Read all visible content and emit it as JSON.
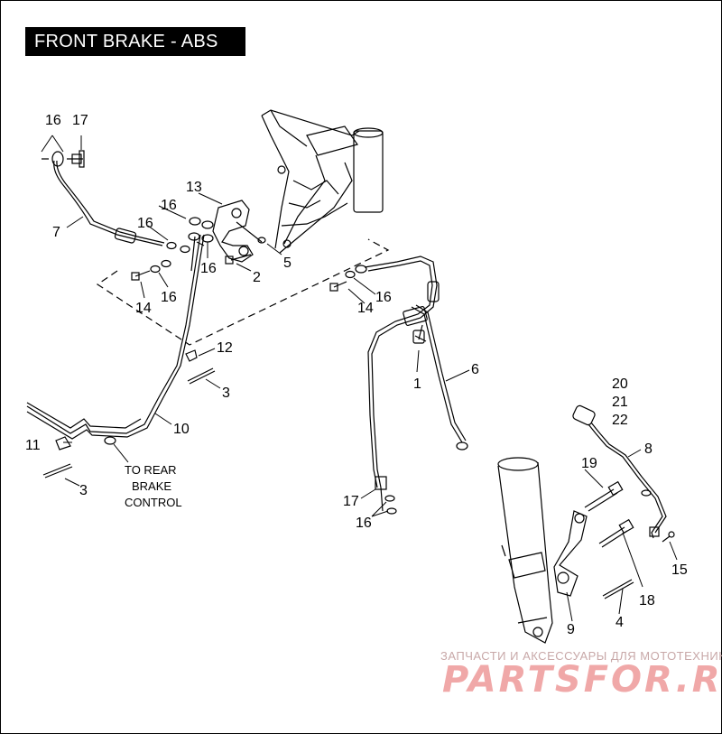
{
  "title": "FRONT BRAKE - ABS",
  "callouts": {
    "c1": "1",
    "c2": "2",
    "c3a": "3",
    "c3b": "3",
    "c4": "4",
    "c5": "5",
    "c6": "6",
    "c7": "7",
    "c8": "8",
    "c9": "9",
    "c10": "10",
    "c11": "11",
    "c12": "12",
    "c13": "13",
    "c14a": "14",
    "c14b": "14",
    "c15": "15",
    "c16a": "16",
    "c16b": "16",
    "c16c": "16",
    "c16d": "16",
    "c16e": "16",
    "c16f": "16",
    "c16g": "16",
    "c17a": "17",
    "c17b": "17",
    "c18": "18",
    "c19": "19",
    "c20": "20",
    "c21": "21",
    "c22": "22"
  },
  "notes": {
    "rear_line1": "TO REAR",
    "rear_line2": "BRAKE",
    "rear_line3": "CONTROL"
  },
  "watermark": {
    "sub": "ЗАПЧАСТИ И АКСЕССУАРЫ ДЛЯ МОТОТЕХНИКИ",
    "main": "PARTSFOR.RU"
  },
  "colors": {
    "ink": "#000000",
    "watermark_main": "#f0a8a8",
    "watermark_sub": "#c8a8a8"
  }
}
